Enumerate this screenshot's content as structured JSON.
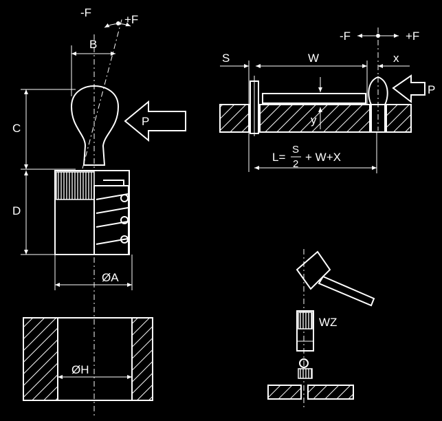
{
  "labels": {
    "minus_f_top": "-F",
    "plus_f_top": "+F",
    "b": "B",
    "c": "C",
    "d": "D",
    "p_left": "P",
    "a_dia": "ØA",
    "h_dia": "ØH",
    "s": "S",
    "w": "W",
    "x": "x",
    "minus_f_right": "-F",
    "plus_f_right": "+F",
    "p_right": "P",
    "y": "y",
    "formula_l": "L=",
    "formula_s": "S",
    "formula_two": "2",
    "formula_rest": "+ W+X",
    "wz": "WZ"
  }
}
